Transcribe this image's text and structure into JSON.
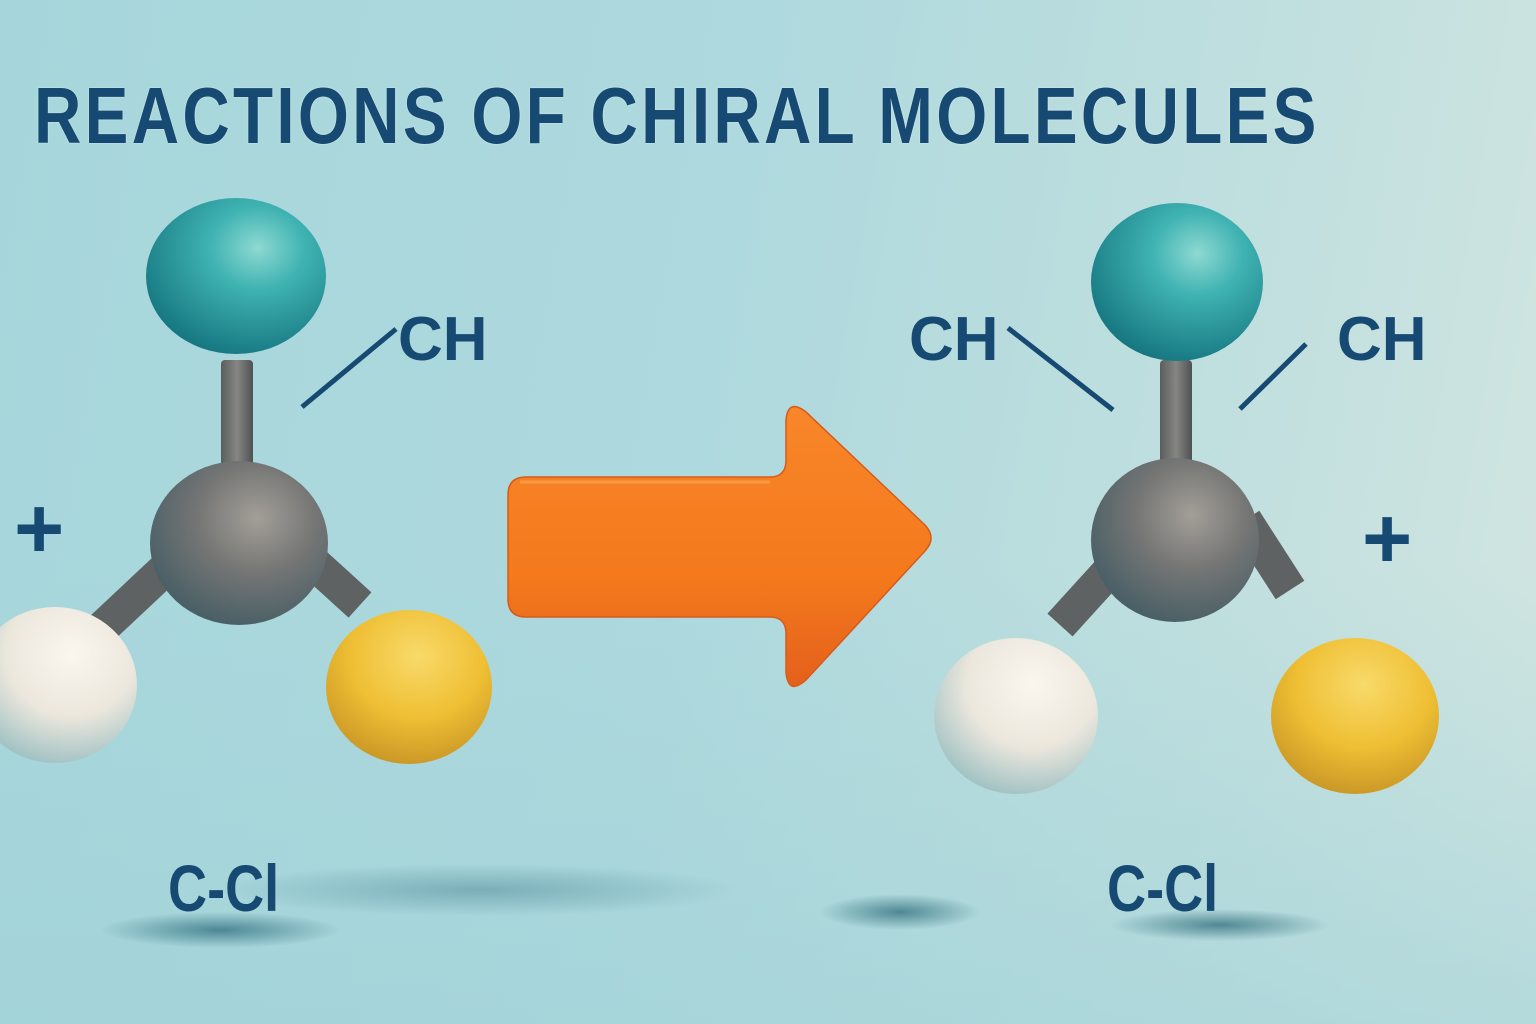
{
  "title": "REACTIONS OF CHIRAL MOLECULES",
  "colors": {
    "background_left": "#a6d6db",
    "background_right": "#d3e6e2",
    "text": "#174a72",
    "teal_atom": "#2aa3a8",
    "carbon_atom": "#6b6f70",
    "white_atom": "#f3efe8",
    "yellow_atom": "#f2c132",
    "arrow": "#f47a1f"
  },
  "reactant": {
    "plus_sign": "+",
    "label_top_right": "CH",
    "label_bottom": "C-Cl",
    "atoms": [
      "teal",
      "carbon",
      "white",
      "yellow"
    ]
  },
  "arrow": {
    "direction": "right",
    "meaning": "reaction-arrow"
  },
  "product": {
    "plus_sign": "+",
    "label_top_left": "CH",
    "label_top_right": "CH",
    "label_bottom": "C-Cl",
    "atoms": [
      "teal",
      "carbon",
      "white",
      "yellow"
    ]
  }
}
